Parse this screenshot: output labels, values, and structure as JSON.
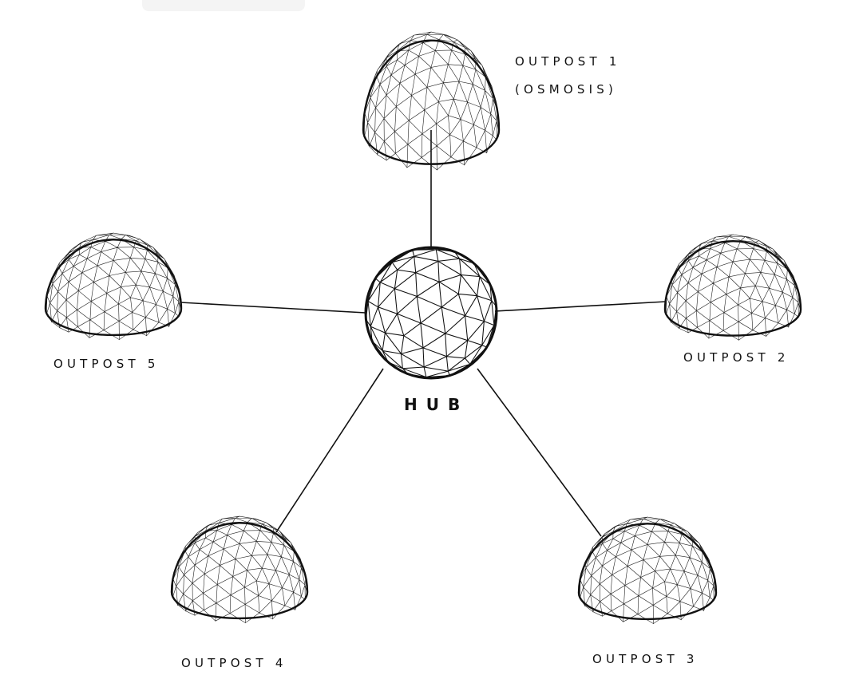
{
  "diagram": {
    "hub": {
      "label": "HUB"
    },
    "outposts": [
      {
        "id": "outpost-1",
        "lines": [
          "OUTPOST 1",
          "(OSMOSIS)"
        ]
      },
      {
        "id": "outpost-2",
        "lines": [
          "OUTPOST 2"
        ]
      },
      {
        "id": "outpost-3",
        "lines": [
          "OUTPOST 3"
        ]
      },
      {
        "id": "outpost-4",
        "lines": [
          "OUTPOST 4"
        ]
      },
      {
        "id": "outpost-5",
        "lines": [
          "OUTPOST 5"
        ]
      }
    ],
    "connections": [
      [
        "hub",
        "outpost-1"
      ],
      [
        "hub",
        "outpost-2"
      ],
      [
        "hub",
        "outpost-3"
      ],
      [
        "hub",
        "outpost-4"
      ],
      [
        "hub",
        "outpost-5"
      ]
    ]
  },
  "colors": {
    "ink": "#111111",
    "background": "#ffffff"
  }
}
